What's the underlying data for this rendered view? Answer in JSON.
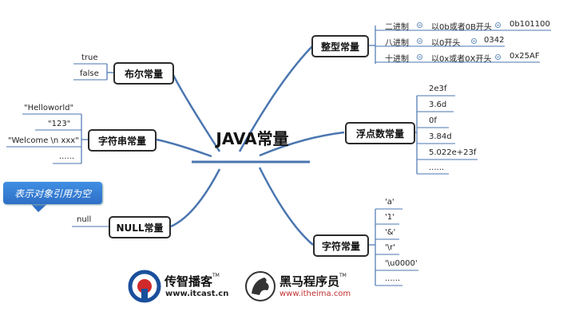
{
  "center": {
    "title": "JAVA常量"
  },
  "integer": {
    "title": "整型常量",
    "rows": [
      {
        "label": "二进制",
        "desc": "以0b或者0B开头",
        "example": "0b101100"
      },
      {
        "label": "八进制",
        "desc": "以0开头",
        "example": "0342"
      },
      {
        "label": "十进制",
        "desc": "以0x或者0X开头",
        "example": "0x25AF"
      }
    ]
  },
  "float": {
    "title": "浮点数常量",
    "items": [
      "2e3f",
      "3.6d",
      "0f",
      "3.84d",
      "5.022e+23f",
      "......"
    ]
  },
  "char": {
    "title": "字符常量",
    "items": [
      "'a'",
      "'1'",
      "'&'",
      "'\\r'",
      "'\\u0000'",
      "......"
    ]
  },
  "boolean": {
    "title": "布尔常量",
    "items": [
      "true",
      "false"
    ]
  },
  "string": {
    "title": "字符串常量",
    "items": [
      "\"Helloworld\"",
      "\"123\"",
      "\"Welcome \\n xxx\"",
      "......"
    ]
  },
  "null": {
    "title": "NULL常量",
    "items": [
      "null"
    ],
    "note": "表示对象引用为空"
  },
  "logos": {
    "itcast_name": "传智播客",
    "itcast_url": "www.itcast.cn",
    "itheima_name": "黑马程序员",
    "itheima_url": "www.itheima.com",
    "tm": "TM"
  },
  "colors": {
    "link": "#4a76b0",
    "accent_red": "#d0292b",
    "callout": "#3a86dc"
  }
}
